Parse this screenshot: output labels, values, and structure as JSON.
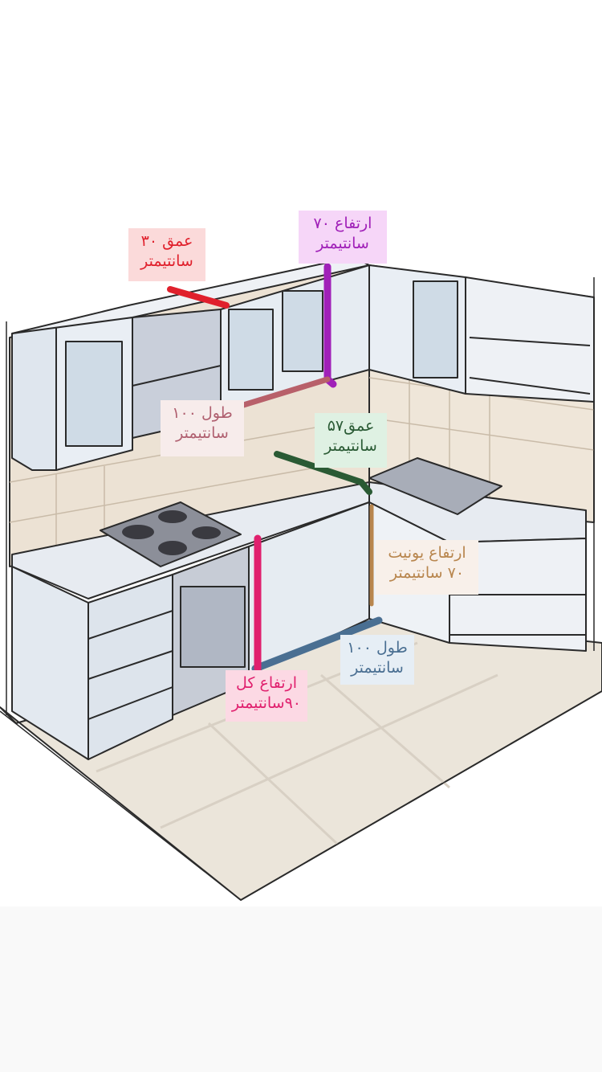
{
  "labels": {
    "upper_depth": {
      "line1": "عمق ۳۰",
      "line2": "سانتیمتر",
      "color": "#e0202c",
      "bg": "#fbdada"
    },
    "upper_height": {
      "line1": "ارتفاع ۷۰",
      "line2": "سانتیمتر",
      "color": "#a020b8",
      "bg": "#f6d6f8"
    },
    "upper_length": {
      "line1": "طول ۱۰۰",
      "line2": "سانتیمتر",
      "color": "#b06070",
      "bg": "#f7eceb"
    },
    "base_depth": {
      "line1": "عمق۵۷",
      "line2": "سانتیمتر",
      "color": "#2a5a34",
      "bg": "#dff1e3"
    },
    "unit_height": {
      "line1": "ارتفاع یونیت",
      "line2": "۷۰ سانتیمتر",
      "color": "#b8864e",
      "bg": "#f8f0ea"
    },
    "base_length": {
      "line1": "طول ۱۰۰",
      "line2": "سانتیمتر",
      "color": "#4a6f92",
      "bg": "#e6eef5"
    },
    "total_height": {
      "line1": "ارتفاع کل",
      "line2": "۹۰سانتیمتر",
      "color": "#e0206e",
      "bg": "#fcd9e4"
    }
  }
}
